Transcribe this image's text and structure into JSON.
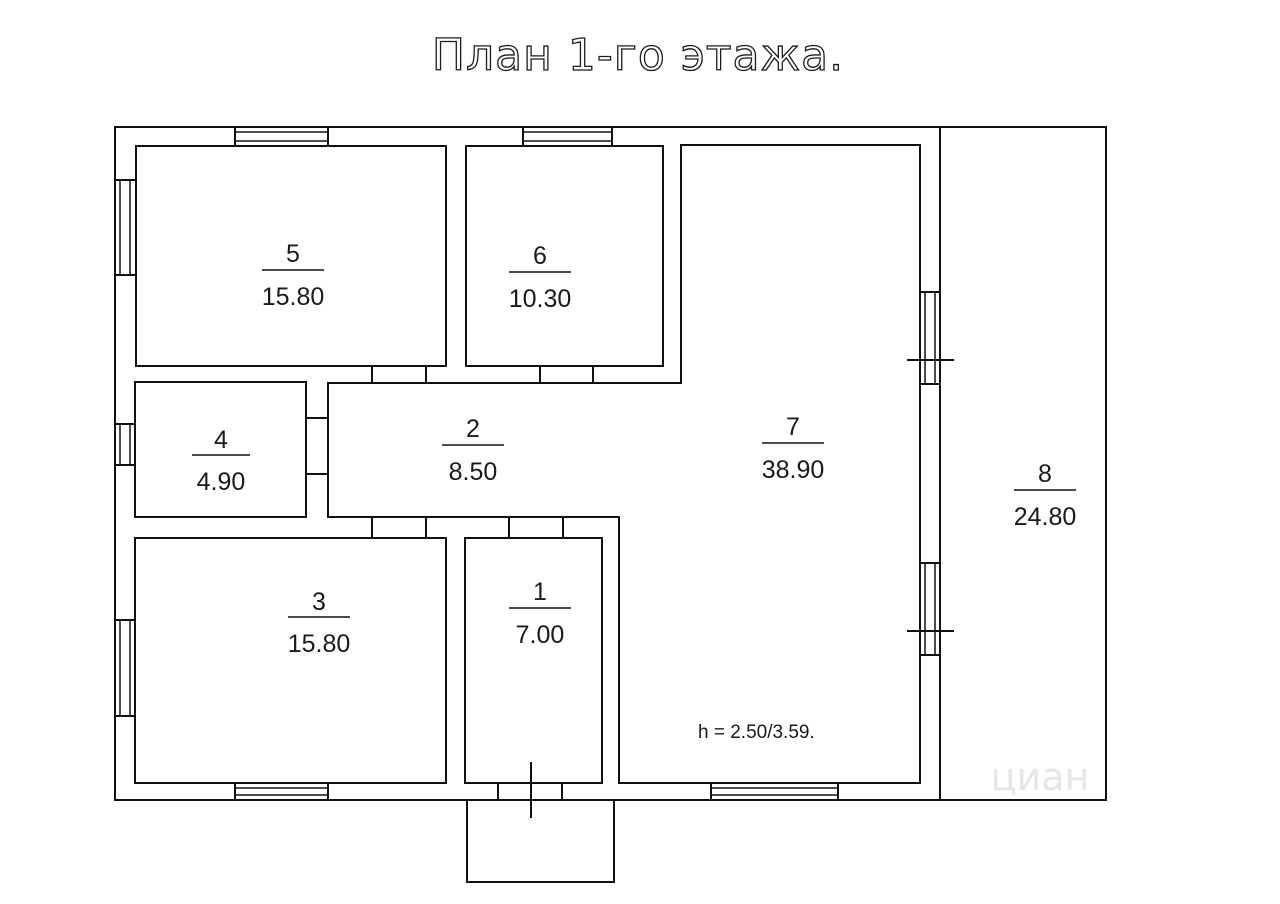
{
  "title": "План 1-го этажа.",
  "height_note": "h = 2.50/3.59.",
  "watermark": "циан",
  "rooms": [
    {
      "number": "1",
      "area": "7.00"
    },
    {
      "number": "2",
      "area": "8.50"
    },
    {
      "number": "3",
      "area": "15.80"
    },
    {
      "number": "4",
      "area": "4.90"
    },
    {
      "number": "5",
      "area": "15.80"
    },
    {
      "number": "6",
      "area": "10.30"
    },
    {
      "number": "7",
      "area": "38.90"
    },
    {
      "number": "8",
      "area": "24.80"
    }
  ],
  "colors": {
    "line": "#111111",
    "background": "#ffffff"
  }
}
